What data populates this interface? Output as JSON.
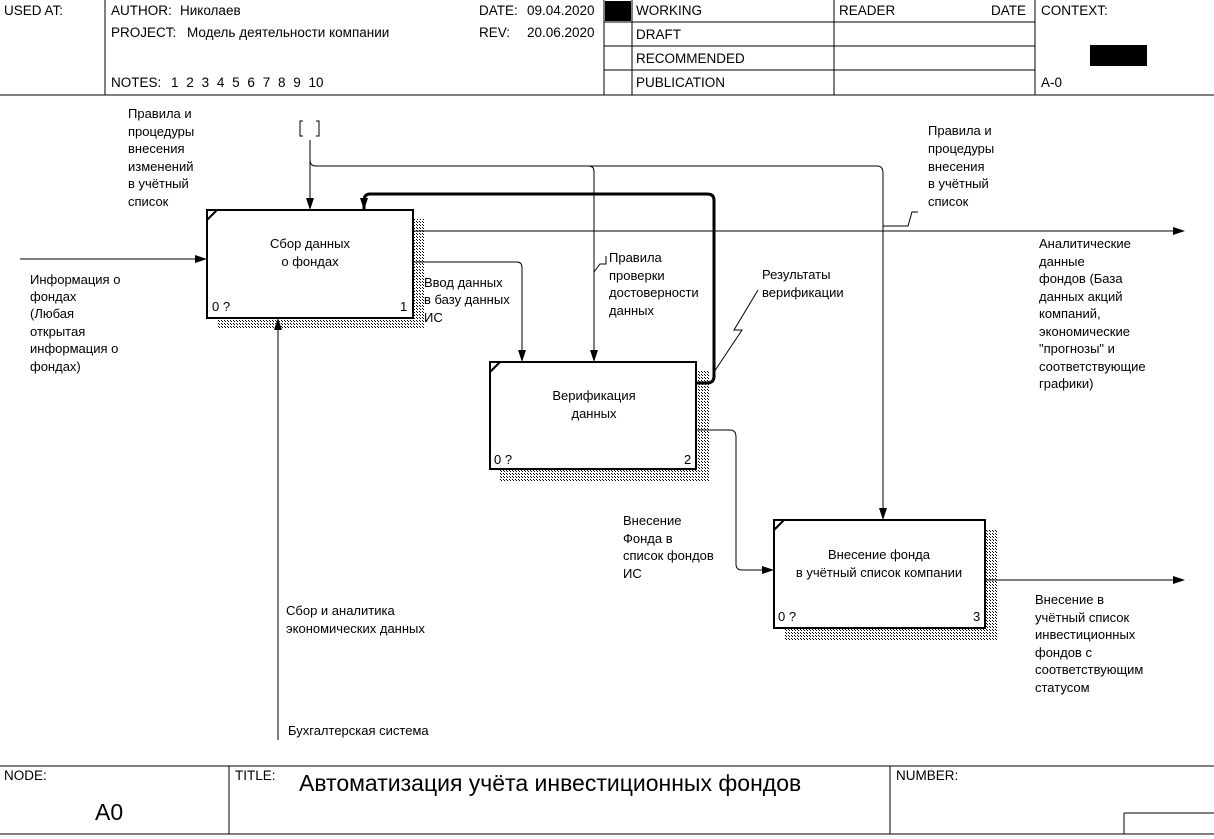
{
  "header": {
    "used_at_label": "USED AT:",
    "author_label": "AUTHOR:",
    "author": "Николаев",
    "project_label": "PROJECT:",
    "project": "Модель деятельности компании",
    "date_label": "DATE:",
    "date": "09.04.2020",
    "rev_label": "REV:",
    "rev": "20.06.2020",
    "notes_label": "NOTES:",
    "notes": [
      "1",
      "2",
      "3",
      "4",
      "5",
      "6",
      "7",
      "8",
      "9",
      "10"
    ],
    "status": [
      "WORKING",
      "DRAFT",
      "RECOMMENDED",
      "PUBLICATION"
    ],
    "active_status": "WORKING",
    "reader_label": "READER",
    "reader_date_label": "DATE",
    "context_label": "CONTEXT:",
    "context_node": "A-0"
  },
  "footer": {
    "node_label": "NODE:",
    "node": "A0",
    "title_label": "TITLE:",
    "title": "Автоматизация учёта инвестиционных фондов",
    "number_label": "NUMBER:"
  },
  "activities": [
    {
      "id": 1,
      "name_lines": [
        "Сбор данных",
        "о фондах"
      ],
      "cost": "0 ?",
      "number": "1"
    },
    {
      "id": 2,
      "name_lines": [
        "Верификация",
        "данных"
      ],
      "cost": "0 ?",
      "number": "2"
    },
    {
      "id": 3,
      "name_lines": [
        "Внесение фонда",
        "в учётный список компании"
      ],
      "cost": "0 ?",
      "number": "3"
    }
  ],
  "arrow_labels": {
    "control_rules_change": [
      "Правила и",
      "процедуры",
      "внесения",
      "изменений",
      "в учётный",
      "список"
    ],
    "control_rules_add": [
      "Правила и",
      "процедуры",
      "внесения",
      "в учётный",
      "список"
    ],
    "control_validation_rules": [
      "Правила",
      "проверки",
      "достоверности",
      "данных"
    ],
    "feedback_results": [
      "Результаты",
      "верификации"
    ],
    "input_info": [
      "Информация о",
      "фондах",
      "(Любая",
      "открытая",
      "информация о",
      "фондах)"
    ],
    "output_analytics": [
      "Аналитические",
      "данные",
      "фондов (База",
      "данных акций",
      "компаний,",
      "экономические",
      "\"прогнозы\" и",
      "соответствующие",
      "графики)"
    ],
    "data_entry": [
      "Ввод данных",
      "в базу данных",
      "ИС"
    ],
    "fund_entry": [
      "Внесение",
      "Фонда в",
      "список фондов",
      "ИС"
    ],
    "output_registered": [
      "Внесение в",
      "учётный список",
      "инвестиционных",
      "фондов с",
      "соответствующим",
      "статусом"
    ],
    "mechanism_analytics": [
      "Сбор и аналитика",
      "экономических данных"
    ],
    "mechanism_accounting": [
      "Бухгалтерская система"
    ]
  }
}
